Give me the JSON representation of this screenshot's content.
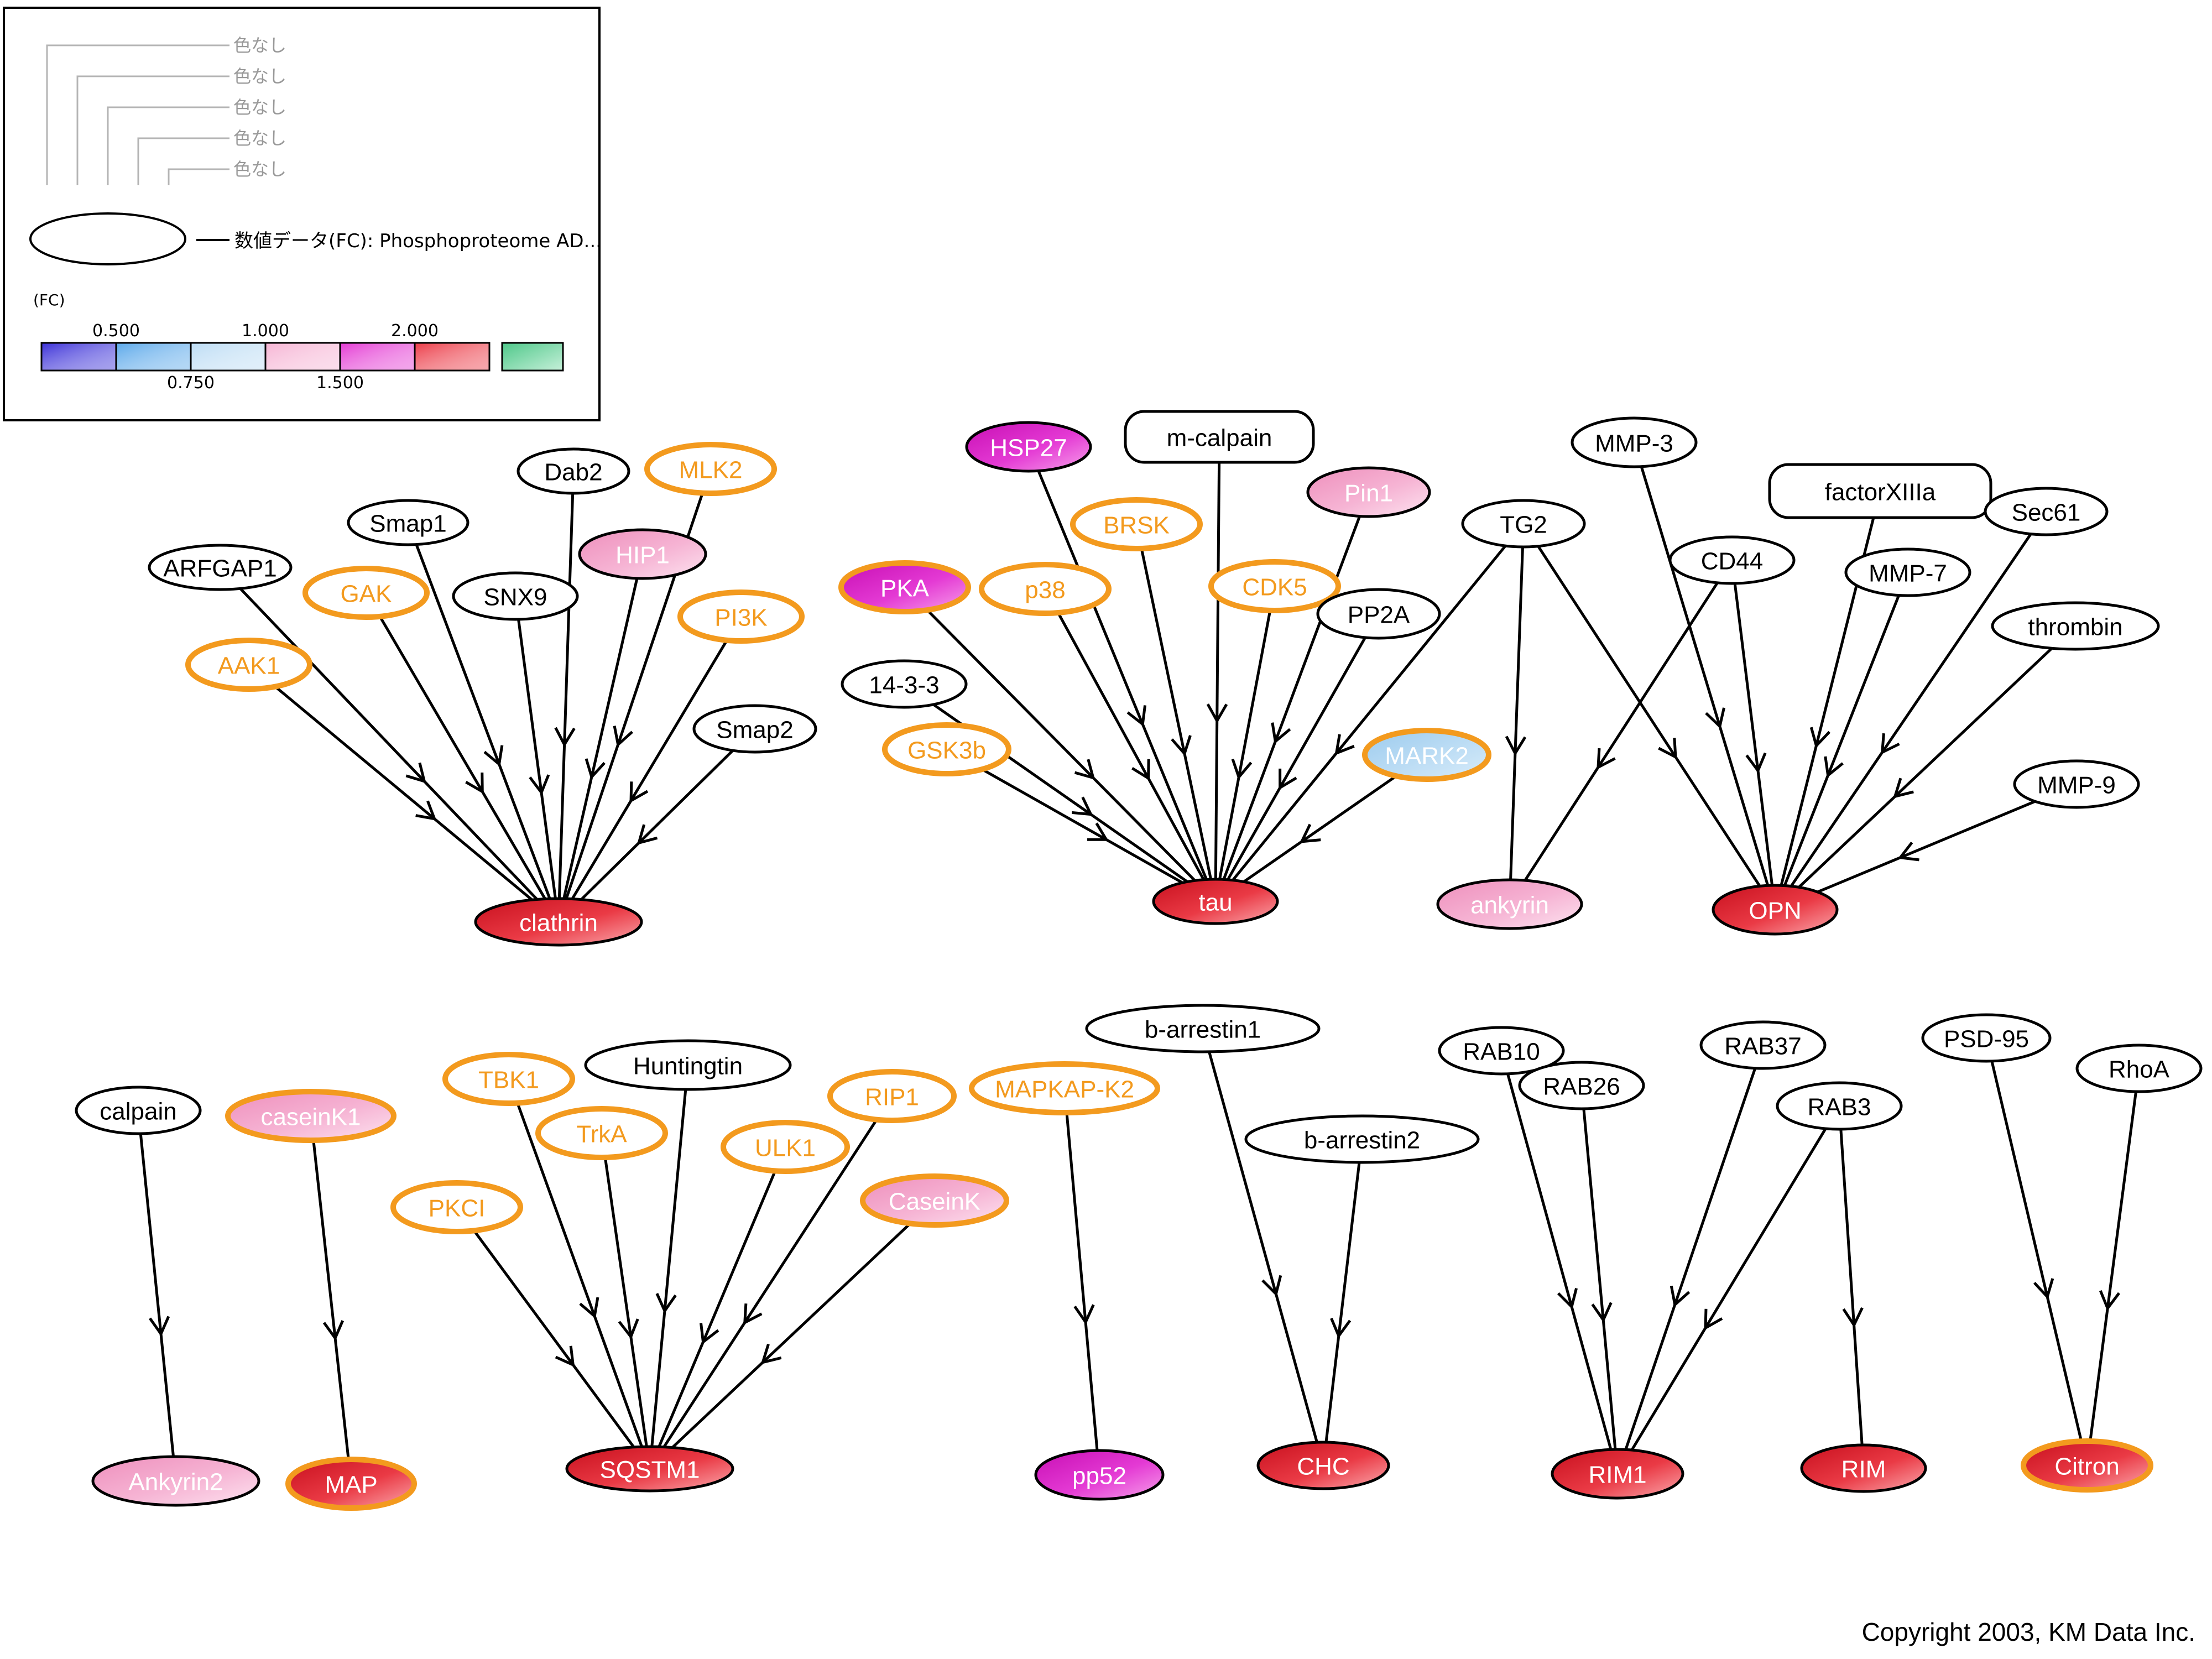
{
  "legend": {
    "levels": [
      "色なし",
      "色なし",
      "色なし",
      "色なし",
      "色なし"
    ],
    "dataset_label": "数値データ(FC): Phosphoproteome AD...",
    "scale_unit": "(FC)",
    "scale_ticks_top": [
      "0.500",
      "1.000",
      "2.000"
    ],
    "scale_ticks_bottom": [
      "0.750",
      "1.500"
    ],
    "scale_colors": [
      "#3a2fd8",
      "#5aa8ea",
      "#bcdcf4",
      "#f6b4d4",
      "#e43ad4",
      "#ec3b47"
    ],
    "extra_color": "#4fc88a"
  },
  "colors": {
    "white": "#ffffff",
    "pink_light": "#f7b3d1",
    "magenta": "#e23fcf",
    "red": "#e93b45",
    "blue_light": "#b8d9f3",
    "orange": "#f39a1e",
    "black": "#000000"
  },
  "nodes": [
    {
      "id": "ARFGAP1",
      "label": "ARFGAP1",
      "fill": "white",
      "text": "black",
      "border": "black"
    },
    {
      "id": "AAK1",
      "label": "AAK1",
      "fill": "white",
      "text": "orange",
      "border": "orange"
    },
    {
      "id": "GAK",
      "label": "GAK",
      "fill": "white",
      "text": "orange",
      "border": "orange"
    },
    {
      "id": "Smap1",
      "label": "Smap1",
      "fill": "white",
      "text": "black",
      "border": "black"
    },
    {
      "id": "SNX9",
      "label": "SNX9",
      "fill": "white",
      "text": "black",
      "border": "black"
    },
    {
      "id": "Dab2",
      "label": "Dab2",
      "fill": "white",
      "text": "black",
      "border": "black"
    },
    {
      "id": "HIP1",
      "label": "HIP1",
      "fill": "pink_light",
      "text": "white",
      "border": "black"
    },
    {
      "id": "MLK2",
      "label": "MLK2",
      "fill": "white",
      "text": "orange",
      "border": "orange"
    },
    {
      "id": "PI3K",
      "label": "PI3K",
      "fill": "white",
      "text": "orange",
      "border": "orange"
    },
    {
      "id": "Smap2",
      "label": "Smap2",
      "fill": "white",
      "text": "black",
      "border": "black"
    },
    {
      "id": "clathrin",
      "label": "clathrin",
      "fill": "red",
      "text": "white",
      "border": "black"
    },
    {
      "id": "HSP27",
      "label": "HSP27",
      "fill": "magenta",
      "text": "white",
      "border": "black"
    },
    {
      "id": "m-calpain",
      "label": "m-calpain",
      "fill": "white",
      "text": "black",
      "border": "black",
      "shape": "rect"
    },
    {
      "id": "Pin1",
      "label": "Pin1",
      "fill": "pink_light",
      "text": "white",
      "border": "black"
    },
    {
      "id": "BRSK",
      "label": "BRSK",
      "fill": "white",
      "text": "orange",
      "border": "orange"
    },
    {
      "id": "PKA",
      "label": "PKA",
      "fill": "magenta",
      "text": "white",
      "border": "orange"
    },
    {
      "id": "p38",
      "label": "p38",
      "fill": "white",
      "text": "orange",
      "border": "orange"
    },
    {
      "id": "CDK5",
      "label": "CDK5",
      "fill": "white",
      "text": "orange",
      "border": "orange"
    },
    {
      "id": "PP2A",
      "label": "PP2A",
      "fill": "white",
      "text": "black",
      "border": "black"
    },
    {
      "id": "14-3-3",
      "label": "14-3-3",
      "fill": "white",
      "text": "black",
      "border": "black"
    },
    {
      "id": "GSK3b",
      "label": "GSK3b",
      "fill": "white",
      "text": "orange",
      "border": "orange"
    },
    {
      "id": "MARK2",
      "label": "MARK2",
      "fill": "blue_light",
      "text": "white",
      "border": "orange"
    },
    {
      "id": "tau",
      "label": "tau",
      "fill": "red",
      "text": "white",
      "border": "black"
    },
    {
      "id": "TG2",
      "label": "TG2",
      "fill": "white",
      "text": "black",
      "border": "black"
    },
    {
      "id": "MMP-3",
      "label": "MMP-3",
      "fill": "white",
      "text": "black",
      "border": "black"
    },
    {
      "id": "CD44",
      "label": "CD44",
      "fill": "white",
      "text": "black",
      "border": "black"
    },
    {
      "id": "factorXIIIa",
      "label": "factorXIIIa",
      "fill": "white",
      "text": "black",
      "border": "black",
      "shape": "rect"
    },
    {
      "id": "Sec61",
      "label": "Sec61",
      "fill": "white",
      "text": "black",
      "border": "black"
    },
    {
      "id": "MMP-7",
      "label": "MMP-7",
      "fill": "white",
      "text": "black",
      "border": "black"
    },
    {
      "id": "thrombin",
      "label": "thrombin",
      "fill": "white",
      "text": "black",
      "border": "black"
    },
    {
      "id": "MMP-9",
      "label": "MMP-9",
      "fill": "white",
      "text": "black",
      "border": "black"
    },
    {
      "id": "ankyrin",
      "label": "ankyrin",
      "fill": "pink_light",
      "text": "white",
      "border": "black"
    },
    {
      "id": "OPN",
      "label": "OPN",
      "fill": "red",
      "text": "white",
      "border": "black"
    },
    {
      "id": "calpain",
      "label": "calpain",
      "fill": "white",
      "text": "black",
      "border": "black"
    },
    {
      "id": "Ankyrin2",
      "label": "Ankyrin2",
      "fill": "pink_light",
      "text": "white",
      "border": "black"
    },
    {
      "id": "caseinK1",
      "label": "caseinK1",
      "fill": "pink_light",
      "text": "white",
      "border": "orange"
    },
    {
      "id": "MAP",
      "label": "MAP",
      "fill": "red",
      "text": "white",
      "border": "orange"
    },
    {
      "id": "TBK1",
      "label": "TBK1",
      "fill": "white",
      "text": "orange",
      "border": "orange"
    },
    {
      "id": "Huntingtin",
      "label": "Huntingtin",
      "fill": "white",
      "text": "black",
      "border": "black"
    },
    {
      "id": "TrkA",
      "label": "TrkA",
      "fill": "white",
      "text": "orange",
      "border": "orange"
    },
    {
      "id": "RIP1",
      "label": "RIP1",
      "fill": "white",
      "text": "orange",
      "border": "orange"
    },
    {
      "id": "ULK1",
      "label": "ULK1",
      "fill": "white",
      "text": "orange",
      "border": "orange"
    },
    {
      "id": "PKCI",
      "label": "PKCI",
      "fill": "white",
      "text": "orange",
      "border": "orange"
    },
    {
      "id": "CaseinK",
      "label": "CaseinK",
      "fill": "pink_light",
      "text": "white",
      "border": "orange"
    },
    {
      "id": "SQSTM1",
      "label": "SQSTM1",
      "fill": "red",
      "text": "white",
      "border": "black"
    },
    {
      "id": "MAPKAP-K2",
      "label": "MAPKAP-K2",
      "fill": "white",
      "text": "orange",
      "border": "orange"
    },
    {
      "id": "pp52",
      "label": "pp52",
      "fill": "magenta",
      "text": "white",
      "border": "black"
    },
    {
      "id": "b-arrestin1",
      "label": "b-arrestin1",
      "fill": "white",
      "text": "black",
      "border": "black"
    },
    {
      "id": "b-arrestin2",
      "label": "b-arrestin2",
      "fill": "white",
      "text": "black",
      "border": "black"
    },
    {
      "id": "CHC",
      "label": "CHC",
      "fill": "red",
      "text": "white",
      "border": "black"
    },
    {
      "id": "RAB10",
      "label": "RAB10",
      "fill": "white",
      "text": "black",
      "border": "black"
    },
    {
      "id": "RAB26",
      "label": "RAB26",
      "fill": "white",
      "text": "black",
      "border": "black"
    },
    {
      "id": "RAB37",
      "label": "RAB37",
      "fill": "white",
      "text": "black",
      "border": "black"
    },
    {
      "id": "RAB3",
      "label": "RAB3",
      "fill": "white",
      "text": "black",
      "border": "black"
    },
    {
      "id": "RIM1",
      "label": "RIM1",
      "fill": "red",
      "text": "white",
      "border": "black"
    },
    {
      "id": "RIM",
      "label": "RIM",
      "fill": "red",
      "text": "white",
      "border": "black"
    },
    {
      "id": "PSD-95",
      "label": "PSD-95",
      "fill": "white",
      "text": "black",
      "border": "black"
    },
    {
      "id": "RhoA",
      "label": "RhoA",
      "fill": "white",
      "text": "black",
      "border": "black"
    },
    {
      "id": "Citron",
      "label": "Citron",
      "fill": "red",
      "text": "white",
      "border": "orange"
    }
  ],
  "edges": [
    [
      "ARFGAP1",
      "clathrin"
    ],
    [
      "AAK1",
      "clathrin"
    ],
    [
      "GAK",
      "clathrin"
    ],
    [
      "Smap1",
      "clathrin"
    ],
    [
      "SNX9",
      "clathrin"
    ],
    [
      "Dab2",
      "clathrin"
    ],
    [
      "HIP1",
      "clathrin"
    ],
    [
      "MLK2",
      "clathrin"
    ],
    [
      "PI3K",
      "clathrin"
    ],
    [
      "Smap2",
      "clathrin"
    ],
    [
      "HSP27",
      "tau"
    ],
    [
      "m-calpain",
      "tau"
    ],
    [
      "Pin1",
      "tau"
    ],
    [
      "BRSK",
      "tau"
    ],
    [
      "PKA",
      "tau"
    ],
    [
      "p38",
      "tau"
    ],
    [
      "CDK5",
      "tau"
    ],
    [
      "PP2A",
      "tau"
    ],
    [
      "14-3-3",
      "tau"
    ],
    [
      "GSK3b",
      "tau"
    ],
    [
      "MARK2",
      "tau"
    ],
    [
      "TG2",
      "tau"
    ],
    [
      "TG2",
      "ankyrin"
    ],
    [
      "CD44",
      "ankyrin"
    ],
    [
      "TG2",
      "OPN"
    ],
    [
      "MMP-3",
      "OPN"
    ],
    [
      "CD44",
      "OPN"
    ],
    [
      "factorXIIIa",
      "OPN"
    ],
    [
      "MMP-7",
      "OPN"
    ],
    [
      "Sec61",
      "OPN"
    ],
    [
      "thrombin",
      "OPN"
    ],
    [
      "MMP-9",
      "OPN"
    ],
    [
      "calpain",
      "Ankyrin2"
    ],
    [
      "caseinK1",
      "MAP"
    ],
    [
      "PKCI",
      "SQSTM1"
    ],
    [
      "TBK1",
      "SQSTM1"
    ],
    [
      "TrkA",
      "SQSTM1"
    ],
    [
      "Huntingtin",
      "SQSTM1"
    ],
    [
      "ULK1",
      "SQSTM1"
    ],
    [
      "RIP1",
      "SQSTM1"
    ],
    [
      "CaseinK",
      "SQSTM1"
    ],
    [
      "MAPKAP-K2",
      "pp52"
    ],
    [
      "b-arrestin1",
      "CHC"
    ],
    [
      "b-arrestin2",
      "CHC"
    ],
    [
      "RAB10",
      "RIM1"
    ],
    [
      "RAB26",
      "RIM1"
    ],
    [
      "RAB37",
      "RIM1"
    ],
    [
      "RAB3",
      "RIM1"
    ],
    [
      "RAB3",
      "RIM"
    ],
    [
      "PSD-95",
      "Citron"
    ],
    [
      "RhoA",
      "Citron"
    ]
  ],
  "copyright": "Copyright 2003, KM Data Inc."
}
